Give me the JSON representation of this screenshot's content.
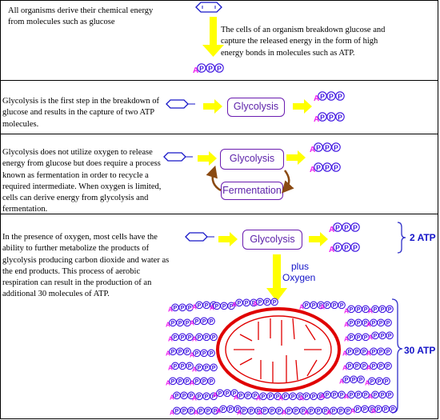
{
  "panels": [
    {
      "text": "All organisms derive their chemical energy from molecules such as glucose",
      "side_text": "The cells of an organism breakdown glucose and capture the released energy in the form of high energy bonds in molecules such as ATP."
    },
    {
      "text": "Glycolysis is the first step in the breakdown of glucose and results in the capture of two ATP molecules.",
      "box": "Glycolysis"
    },
    {
      "text": "Glycolysis does not utilize oxygen to release energy from glucose but does require a process known as fermentation in order to recycle a required intermediate. When oxygen is limited, cells can derive energy from glycolysis and fermentation.",
      "box": "Glycolysis",
      "box2": "Fermentation"
    },
    {
      "text": "In the presence of oxygen, most cells have the ability to further metabolize the products of glycolysis producing carbon dioxide and water as the end products. This process of aerobic respiration can result in the production of an additional 30 molecules of ATP.",
      "box": "Glycolysis",
      "plus_label": "plus",
      "oxygen_label": "Oxygen",
      "atp2_label": "2 ATP",
      "atp30_label": "30 ATP"
    }
  ],
  "atp": {
    "a": "A",
    "p": "P"
  },
  "colors": {
    "arrow": "#ffff00",
    "atp_a": "#ee22ee",
    "atp_p": "#3a10e0",
    "mito": "#e00000",
    "brace": "#3030c8",
    "fermentation_arrows": "#8a4a12"
  }
}
